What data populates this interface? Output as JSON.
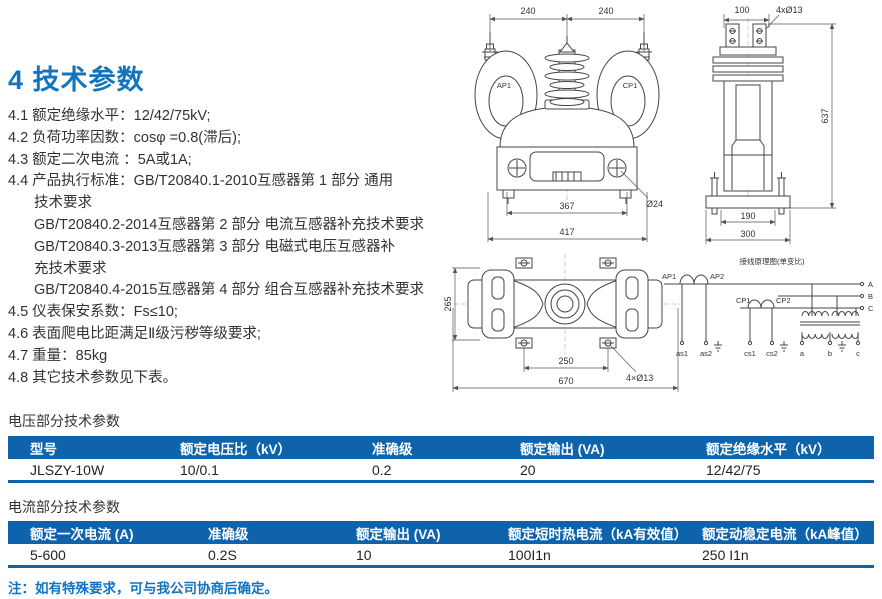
{
  "page": {
    "heading": "4 技术参数",
    "params": [
      "4.1 额定绝缘水平：12/42/75kV;",
      "4.2 负荷功率因数：cosφ =0.8(滞后);",
      "4.3 额定二次电流 ：5A或1A;",
      "4.4 产品执行标准：GB/T20840.1-2010互感器第 1 部分 通用",
      "技术要求",
      "GB/T20840.2-2014互感器第 2 部分 电流互感器补充技术要求",
      "GB/T20840.3-2013互感器第 3 部分 电磁式电压互感器补",
      "充技术要求",
      "GB/T20840.4-2015互感器第 4 部分 组合互感器补充技术要求",
      "4.5 仪表保安系数：Fs≤10;",
      "4.6 表面爬电比距满足Ⅱ级污秽等级要求;",
      "4.7 重量：85kg",
      "4.8 其它技术参数见下表。"
    ],
    "note": "注：如有特殊要求，可与我公司协商后确定。"
  },
  "voltage_table": {
    "section_title": "电压部分技术参数",
    "headers": [
      "型号",
      "额定电压比（kV）",
      "准确级",
      "额定输出 (VA)",
      "额定绝缘水平（kV）"
    ],
    "rows": [
      [
        "JLSZY-10W",
        "10/0.1",
        "0.2",
        "20",
        "12/42/75"
      ]
    ]
  },
  "current_table": {
    "section_title": "电流部分技术参数",
    "headers": [
      "额定一次电流 (A)",
      "准确级",
      "额定输出 (VA)",
      "额定短时热电流（kA有效值）",
      "额定动稳定电流（kA峰值）"
    ],
    "rows": [
      [
        "5-600",
        "0.2S",
        "10",
        "100I1n",
        "250 I1n"
      ]
    ]
  },
  "drawings": {
    "front": {
      "dim_top_left": "240",
      "dim_top_right": "240",
      "label_left_bushing": "AP1",
      "label_right_bushing": "CP1",
      "hole_dia": "Ø24",
      "dim_inner_width": "367",
      "dim_outer_width": "417"
    },
    "side": {
      "dim_top": "100",
      "holes": "4xØ13",
      "dim_height": "637",
      "dim_base_inner": "190",
      "dim_base_outer": "300"
    },
    "plan": {
      "dim_depth": "265",
      "dim_bolt_span": "250",
      "dim_length": "670",
      "holes": "4×Ø13"
    },
    "wiring": {
      "title": "接线原理图(单变比)",
      "ap1": "AP1",
      "ap2": "AP2",
      "cp1": "CP1",
      "cp2": "CP2",
      "phase_a": "A",
      "phase_b": "B",
      "phase_c": "C",
      "t_as1": "as1",
      "t_as2": "as2",
      "t_cs1": "cs1",
      "t_cs2": "cs2",
      "t_a": "a",
      "t_b": "b",
      "t_c": "c"
    }
  },
  "colors": {
    "accent": "#1274bd",
    "table_header": "#0e63ab",
    "body_text": "#333333"
  }
}
